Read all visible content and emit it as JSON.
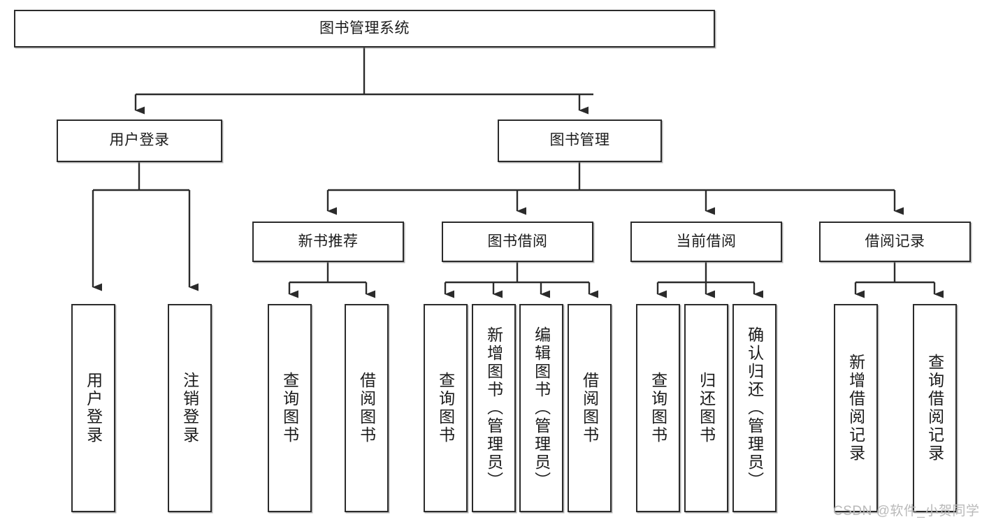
{
  "diagram": {
    "type": "tree",
    "title": "图书管理系统",
    "orientation": "top-down",
    "levels": 4,
    "colors": {
      "box_border": "#2b2b2b",
      "box_fill": "#ffffff",
      "edge": "#2b2b2b",
      "text": "#1b1b1b",
      "watermark": "#b9b9b9"
    },
    "nodes": {
      "root": {
        "label": "图书管理系统"
      },
      "level2": [
        {
          "id": "user-login",
          "label": "用户登录"
        },
        {
          "id": "book-manage",
          "label": "图书管理"
        }
      ],
      "level3": [
        {
          "id": "new-book-recommend",
          "label": "新书推荐"
        },
        {
          "id": "book-borrow",
          "label": "图书借阅"
        },
        {
          "id": "current-borrow",
          "label": "当前借阅"
        },
        {
          "id": "borrow-record",
          "label": "借阅记录"
        }
      ],
      "leaves": {
        "user-login": [
          {
            "id": "leaf-user-login",
            "label": "用户登录"
          },
          {
            "id": "leaf-logout-login",
            "label": "注销登录"
          }
        ],
        "new-book-recommend": [
          {
            "id": "leaf-query-book-1",
            "label": "查询图书"
          },
          {
            "id": "leaf-borrow-book-1",
            "label": "借阅图书"
          }
        ],
        "book-borrow": [
          {
            "id": "leaf-query-book-2",
            "label": "查询图书"
          },
          {
            "id": "leaf-add-book",
            "label": "新增图书（管理员）"
          },
          {
            "id": "leaf-edit-book",
            "label": "编辑图书（管理员）"
          },
          {
            "id": "leaf-borrow-book-2",
            "label": "借阅图书"
          }
        ],
        "current-borrow": [
          {
            "id": "leaf-query-book-3",
            "label": "查询图书"
          },
          {
            "id": "leaf-return-book",
            "label": "归还图书"
          },
          {
            "id": "leaf-confirm-return",
            "label": "确认归还（管理员）"
          }
        ],
        "borrow-record": [
          {
            "id": "leaf-add-record",
            "label": "新增借阅记录"
          },
          {
            "id": "leaf-query-record",
            "label": "查询借阅记录"
          }
        ]
      }
    }
  },
  "watermark": {
    "text": "CSDN @软件_小贺同学"
  }
}
